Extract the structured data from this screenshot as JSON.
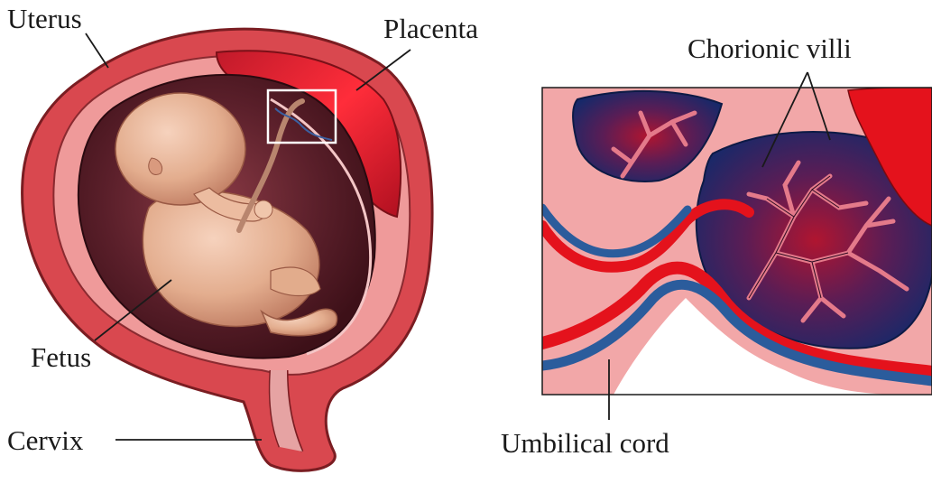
{
  "labels": {
    "uterus": "Uterus",
    "placenta": "Placenta",
    "fetus": "Fetus",
    "cervix": "Cervix",
    "chorionic_villi": "Chorionic villi",
    "umbilical_cord": "Umbilical cord"
  },
  "colors": {
    "uterus_wall": "#d9484f",
    "uterus_inner": "#e88a8a",
    "amniotic_cavity": "#5a1f2a",
    "placenta_tissue": "#e01e2e",
    "fetus_skin": "#e8b89a",
    "villi_tissue": "#f2a7a8",
    "maternal_blood_blue": "#1b2f6b",
    "artery_red": "#e4121c",
    "vein_blue": "#2b5c9c"
  }
}
